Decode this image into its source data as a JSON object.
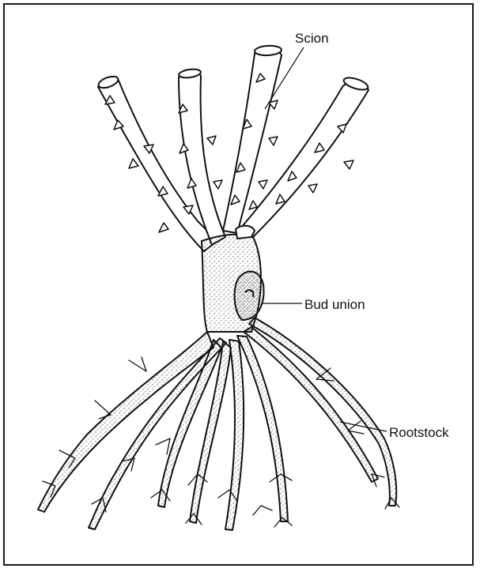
{
  "labels": {
    "scion": "Scion",
    "bud_union": "Bud union",
    "rootstock": "Rootstock"
  },
  "colors": {
    "ink": "#111111",
    "background": "#ffffff"
  }
}
